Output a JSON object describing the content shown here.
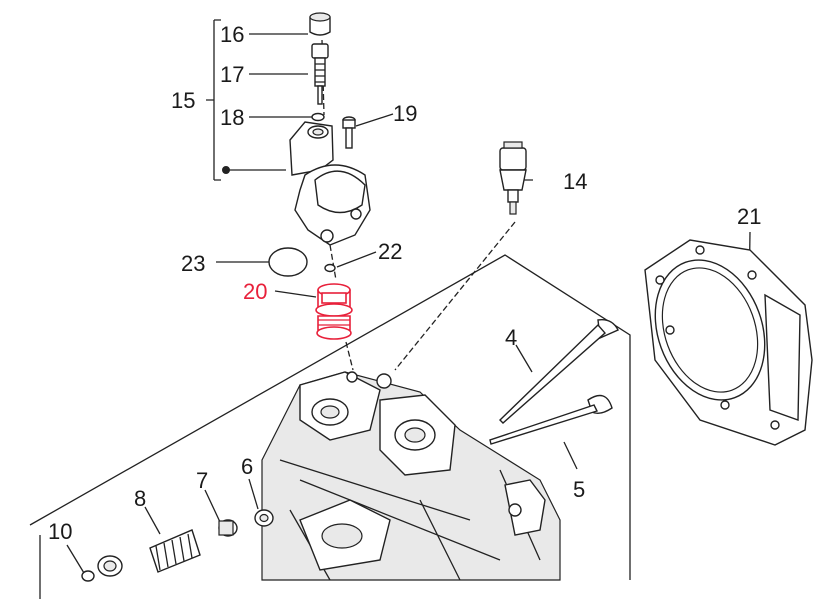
{
  "diagram": {
    "highlight_color": "#e8203a",
    "line_color": "#222222",
    "callouts": [
      {
        "id": "16",
        "label": "16",
        "highlighted": false
      },
      {
        "id": "17",
        "label": "17",
        "highlighted": false
      },
      {
        "id": "15",
        "label": "15",
        "highlighted": false
      },
      {
        "id": "18",
        "label": "18",
        "highlighted": false
      },
      {
        "id": "19",
        "label": "19",
        "highlighted": false
      },
      {
        "id": "14",
        "label": "14",
        "highlighted": false
      },
      {
        "id": "21",
        "label": "21",
        "highlighted": false
      },
      {
        "id": "23",
        "label": "23",
        "highlighted": false
      },
      {
        "id": "22",
        "label": "22",
        "highlighted": false
      },
      {
        "id": "20",
        "label": "20",
        "highlighted": true
      },
      {
        "id": "4",
        "label": "4",
        "highlighted": false
      },
      {
        "id": "5",
        "label": "5",
        "highlighted": false
      },
      {
        "id": "6",
        "label": "6",
        "highlighted": false
      },
      {
        "id": "7",
        "label": "7",
        "highlighted": false
      },
      {
        "id": "8",
        "label": "8",
        "highlighted": false
      },
      {
        "id": "10",
        "label": "10",
        "highlighted": false
      }
    ],
    "parts": [
      {
        "ref": "16",
        "icon": "cap-icon"
      },
      {
        "ref": "17",
        "icon": "bleed-screw-icon"
      },
      {
        "ref": "18",
        "icon": "o-ring-icon"
      },
      {
        "ref": "19",
        "icon": "screw-icon"
      },
      {
        "ref": "15",
        "icon": "thermostat-housing-icon"
      },
      {
        "ref": "14",
        "icon": "temperature-sensor-icon"
      },
      {
        "ref": "21",
        "icon": "head-gasket-icon"
      },
      {
        "ref": "23",
        "icon": "gasket-ring-icon"
      },
      {
        "ref": "22",
        "icon": "washer-icon"
      },
      {
        "ref": "20",
        "icon": "thermostat-icon"
      },
      {
        "ref": "4",
        "icon": "valve-icon"
      },
      {
        "ref": "5",
        "icon": "valve-icon"
      },
      {
        "ref": "6",
        "icon": "seal-icon"
      },
      {
        "ref": "7",
        "icon": "valve-cotter-icon"
      },
      {
        "ref": "8",
        "icon": "valve-spring-icon"
      },
      {
        "ref": "10",
        "icon": "spring-seat-icon"
      }
    ]
  }
}
